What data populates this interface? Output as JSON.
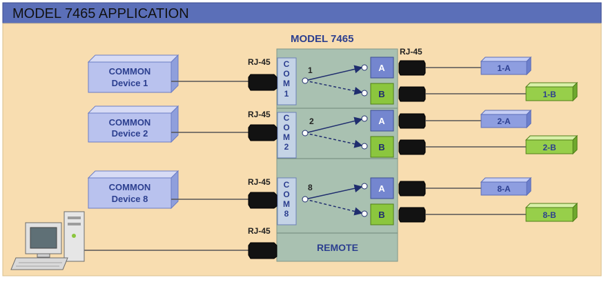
{
  "title": "MODEL 7465 APPLICATION",
  "model_label": "MODEL 7465",
  "connector_label": "RJ-45",
  "remote_label": "REMOTE",
  "devices": [
    {
      "line1": "COMMON",
      "line2": "Device 1"
    },
    {
      "line1": "COMMON",
      "line2": "Device 2"
    },
    {
      "line1": "COMMON",
      "line2": "Device 8"
    }
  ],
  "ports": [
    {
      "com": [
        "C",
        "O",
        "M",
        "1"
      ],
      "num": "1",
      "a": "A",
      "b": "B",
      "out_a": "1-A",
      "out_b": "1-B"
    },
    {
      "com": [
        "C",
        "O",
        "M",
        "2"
      ],
      "num": "2",
      "a": "A",
      "b": "B",
      "out_a": "2-A",
      "out_b": "2-B"
    },
    {
      "com": [
        "C",
        "O",
        "M",
        "8"
      ],
      "num": "8",
      "a": "A",
      "b": "B",
      "out_a": "8-A",
      "out_b": "8-B"
    }
  ],
  "colors": {
    "header_bg": "#5b6fb8",
    "panel_bg": "#f8ddb0",
    "switch_bg": "#a9c1b1",
    "com_bg": "#c4d3e6",
    "a_port": "#7486cf",
    "b_port": "#8bc63e",
    "text_blue": "#2c3f8f"
  }
}
